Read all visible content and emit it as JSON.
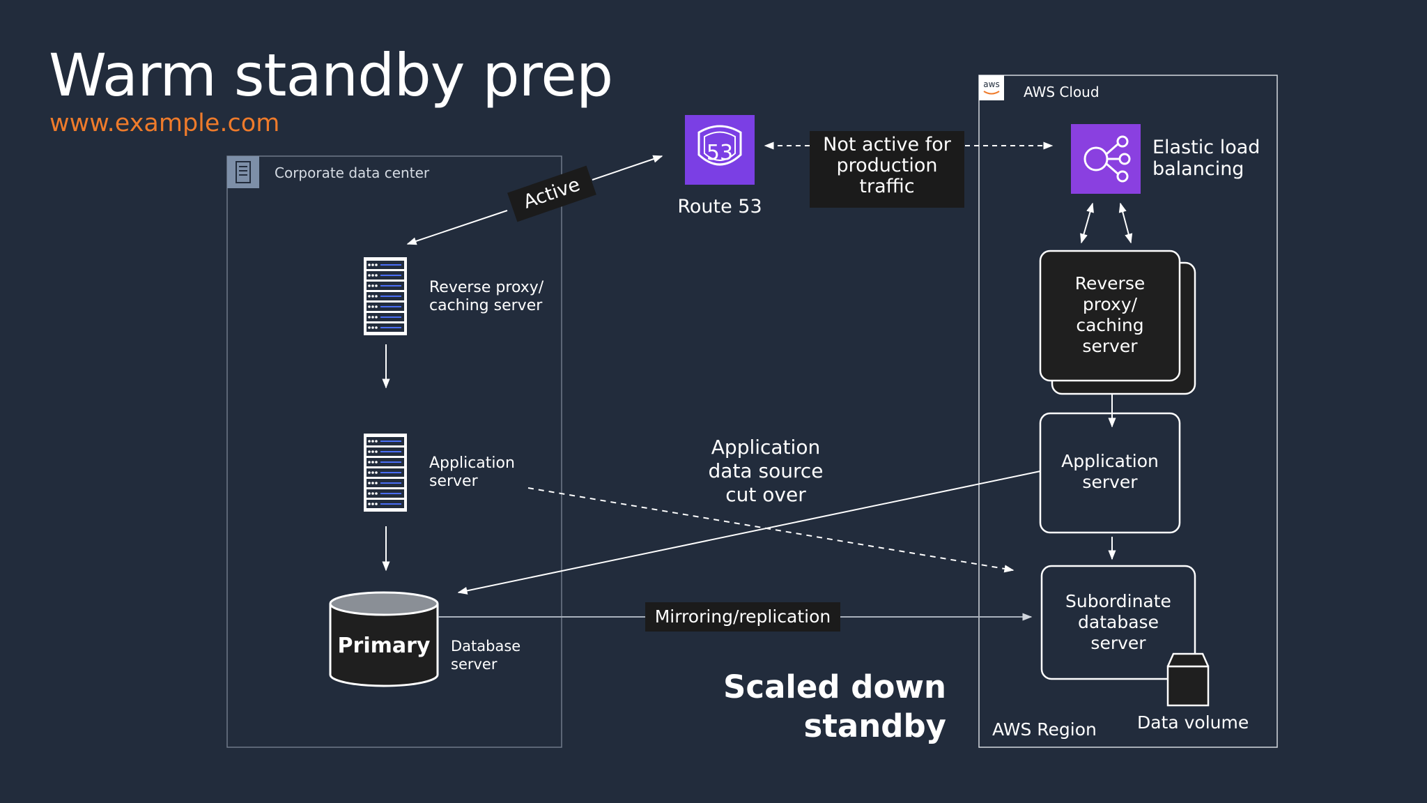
{
  "slide": {
    "title": "Warm standby prep",
    "url": "www.example.com",
    "colors": {
      "background": "#222c3c",
      "accent_orange": "#ef7b2b",
      "route53_purple": "#7b3fe4",
      "elb_purple": "#8a40e0",
      "box_fill": "#1f1f1f"
    }
  },
  "corporate": {
    "label": "Corporate data center",
    "icon": "building-icon",
    "reverse_proxy_label": [
      "Reverse proxy/",
      "caching server"
    ],
    "app_server_label": [
      "Application",
      "server"
    ],
    "db_primary_label": "Primary",
    "db_server_label": [
      "Database",
      "server"
    ],
    "server_icon": "server-rack-icon",
    "db_icon": "database-cylinder-icon"
  },
  "route53": {
    "label": "Route 53",
    "badge_number": "53",
    "icon": "route53-shield-icon"
  },
  "active_label": "Active",
  "not_active_label": [
    "Not active for",
    "production",
    "traffic"
  ],
  "cutover_label": [
    "Application",
    "data source",
    "cut over"
  ],
  "mirroring_label": "Mirroring/replication",
  "scaled_label": [
    "Scaled down",
    "standby"
  ],
  "aws": {
    "cloud_label": "AWS Cloud",
    "aws_logo_text": "aws",
    "region_label": "AWS Region",
    "elb_label": [
      "Elastic load",
      "balancing"
    ],
    "elb_icon": "load-balancer-icon",
    "reverse_proxy_box": [
      "Reverse",
      "proxy/",
      "caching",
      "server"
    ],
    "app_server_box": [
      "Application",
      "server"
    ],
    "subordinate_db_box": [
      "Subordinate",
      "database",
      "server"
    ],
    "data_volume_label": "Data volume",
    "data_volume_icon": "data-volume-box-icon"
  }
}
